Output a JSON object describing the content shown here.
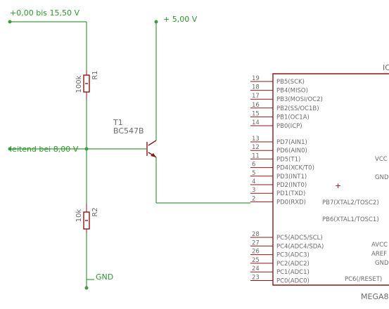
{
  "nets": {
    "input": "+0,00 bis 15,50 V",
    "supply": "+ 5,00 V",
    "mid": "leitend bei 8,00 V",
    "ground": "GND"
  },
  "r1": {
    "value": "100k",
    "name": "R1"
  },
  "r2": {
    "value": "10k",
    "name": "R2"
  },
  "t1": {
    "name": "T1",
    "type": "BC547B"
  },
  "ic": {
    "name": "IC",
    "type": "MEGA8",
    "left_pins": [
      {
        "num": "19",
        "label": "PB5(SCK)"
      },
      {
        "num": "18",
        "label": "PB4(MISO)"
      },
      {
        "num": "17",
        "label": "PB3(MOSI/OC2)"
      },
      {
        "num": "16",
        "label": "PB2(SS/OC1B)"
      },
      {
        "num": "15",
        "label": "PB1(OC1A)"
      },
      {
        "num": "14",
        "label": "PB0(ICP)"
      },
      {
        "num": "13",
        "label": "PD7(AIN1)"
      },
      {
        "num": "12",
        "label": "PD6(AIN0)"
      },
      {
        "num": "11",
        "label": "PD5(T1)"
      },
      {
        "num": "6",
        "label": "PD4(XCK/T0)"
      },
      {
        "num": "5",
        "label": "PD3(INT1)"
      },
      {
        "num": "4",
        "label": "PD2(INT0)"
      },
      {
        "num": "3",
        "label": "PD1(TXD)"
      },
      {
        "num": "2",
        "label": "PD0(RXD)"
      },
      {
        "num": "28",
        "label": "PC5(ADC5/SCL)"
      },
      {
        "num": "27",
        "label": "PC4(ADC4/SDA)"
      },
      {
        "num": "26",
        "label": "PC3(ADC3)"
      },
      {
        "num": "25",
        "label": "PC2(ADC2)"
      },
      {
        "num": "24",
        "label": "PC1(ADC1)"
      },
      {
        "num": "23",
        "label": "PC0(ADC0)"
      }
    ],
    "right_labels": [
      "VCC",
      "GND",
      "PB7(XTAL2/TOSC2)",
      "PB6(XTAL1/TOSC1)",
      "AVCC",
      "AREF",
      "GND",
      "PC6(/RESET)"
    ]
  }
}
